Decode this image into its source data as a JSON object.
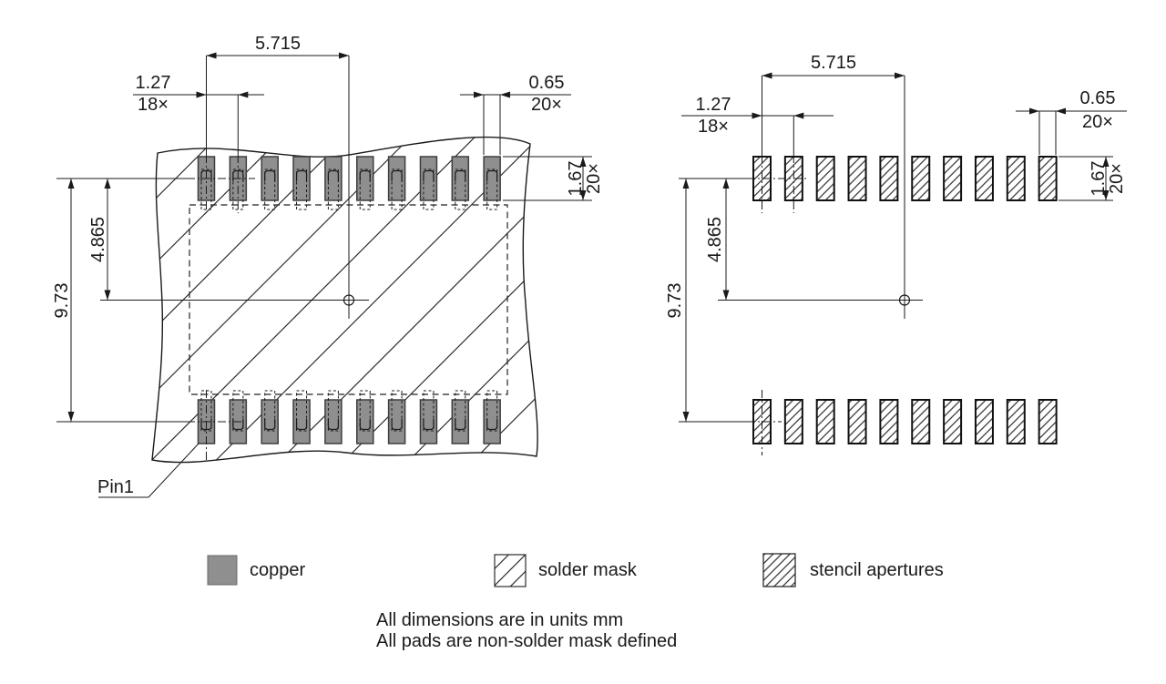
{
  "dimensions": {
    "pitch": "1.27",
    "pitch_count": "18×",
    "pad_width": "0.65",
    "pad_width_count": "20×",
    "pad_height": "1.67",
    "pad_height_count": "20×",
    "center_span": "5.715",
    "row_span": "9.73",
    "center_offset": "4.865"
  },
  "labels": {
    "pin1": "Pin1"
  },
  "legend": {
    "copper": "copper",
    "solder_mask": "solder mask",
    "stencil_apertures": "stencil apertures"
  },
  "notes": {
    "units": "All dimensions are in units mm",
    "mask_defined": "All pads are non-solder mask defined"
  },
  "counts": {
    "pads_per_row": 10,
    "rows": 2
  },
  "colors": {
    "copper_fill": "#8f8f8f",
    "line": "#1a1a1a",
    "pad_border": "#3d3d3d",
    "background": "#ffffff"
  }
}
